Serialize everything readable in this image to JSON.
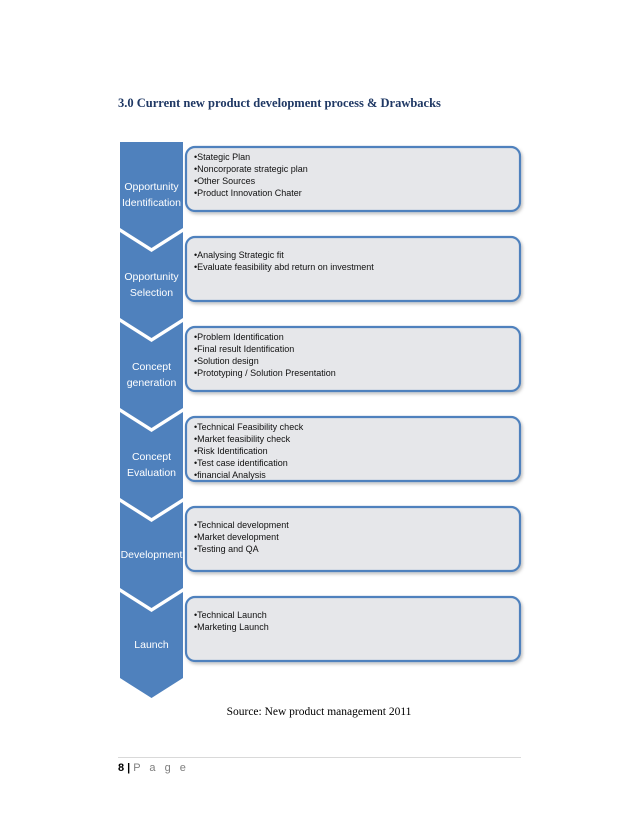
{
  "heading": "3.0 Current new product development process & Drawbacks",
  "colors": {
    "chevron": "#4f81bd",
    "chevron_text": "#ffffff",
    "box_fill": "#e6e7ea",
    "box_stroke": "#4f81bd"
  },
  "stages": [
    {
      "label_lines": [
        "Opportunity",
        "Identification"
      ],
      "bullets": [
        "•Stategic Plan",
        "•Noncorporate strategic plan",
        "•Other Sources",
        "•Product Innovation Chater"
      ]
    },
    {
      "label_lines": [
        "Opportunity",
        "Selection"
      ],
      "bullets": [
        "•Analysing Strategic fit",
        "•Evaluate feasibility abd return on investment"
      ]
    },
    {
      "label_lines": [
        "Concept",
        "generation"
      ],
      "bullets": [
        "•Problem Identification",
        "•Final result Identification",
        "•Solution design",
        "•Prototyping / Solution  Presentation"
      ]
    },
    {
      "label_lines": [
        "Concept",
        "Evaluation"
      ],
      "bullets": [
        "•Technical Feasibility check",
        "•Market feasibility check",
        "•Risk Identification",
        "•Test case identification",
        "•financial Analysis"
      ]
    },
    {
      "label_lines": [
        "Development"
      ],
      "bullets": [
        "•Technical  development",
        "•Market development",
        "•Testing and QA"
      ]
    },
    {
      "label_lines": [
        "Launch"
      ],
      "bullets": [
        "•Technical  Launch",
        "•Marketing Launch"
      ]
    }
  ],
  "source": "Source: New product management 2011",
  "footer": {
    "page_number": "8",
    "separator": "|",
    "page_word": "P a g e"
  }
}
